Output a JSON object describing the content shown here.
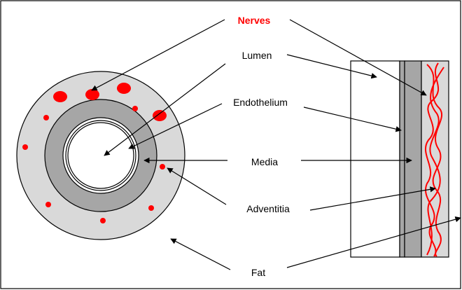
{
  "labels": {
    "nerves": "Nerves",
    "lumen": "Lumen",
    "endothelium": "Endothelium",
    "media": "Media",
    "adventitia": "Adventitia",
    "fat": "Fat"
  },
  "colors": {
    "nerve": "#ff0000",
    "fat": "#d9d9d9",
    "media": "#a6a6a6",
    "outline": "#000000"
  }
}
